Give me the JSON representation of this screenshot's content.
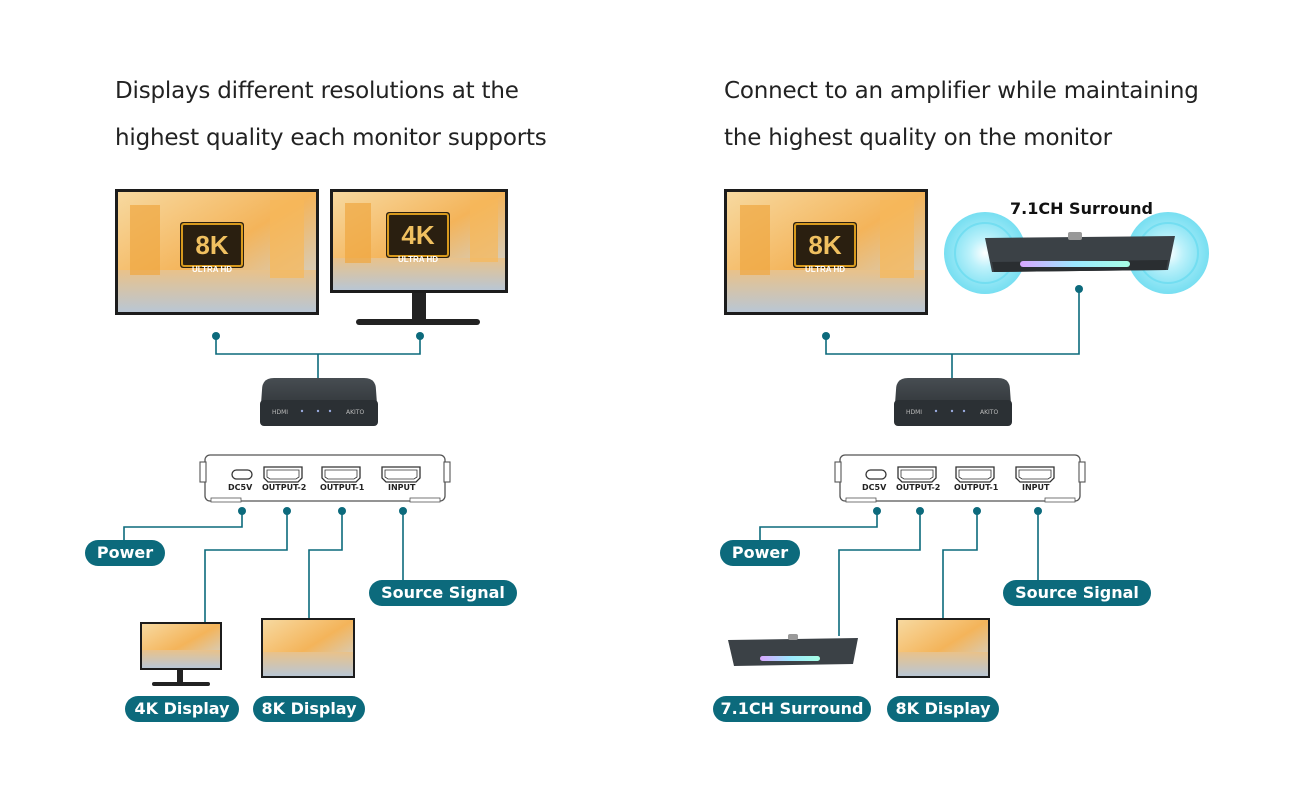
{
  "left_panel": {
    "heading_line1": "Displays different resolutions at the",
    "heading_line2": "highest quality each monitor supports",
    "monitor_badges": [
      "8K",
      "4K"
    ],
    "badge_sub": "ULTRA HD",
    "port_labels": [
      "DC5V",
      "OUTPUT-2",
      "OUTPUT-1",
      "INPUT"
    ],
    "labels": {
      "power": "Power",
      "source": "Source Signal",
      "display_a": "4K Display",
      "display_b": "8K Display"
    }
  },
  "right_panel": {
    "heading_line1": "Connect to an amplifier while maintaining",
    "heading_line2": "the highest quality on the monitor",
    "monitor_badge": "8K",
    "badge_sub": "ULTRA HD",
    "surround_title": "7.1CH Surround",
    "port_labels": [
      "DC5V",
      "OUTPUT-2",
      "OUTPUT-1",
      "INPUT"
    ],
    "labels": {
      "power": "Power",
      "source": "Source Signal",
      "display_a": "7.1CH Surround",
      "display_b": "8K Display"
    }
  },
  "colors": {
    "accent": "#0c6a7c",
    "line": "#0c6a7c",
    "badge_gold": "#d89a1e",
    "device": "#2f3438",
    "glow": "#5fd9ef"
  }
}
